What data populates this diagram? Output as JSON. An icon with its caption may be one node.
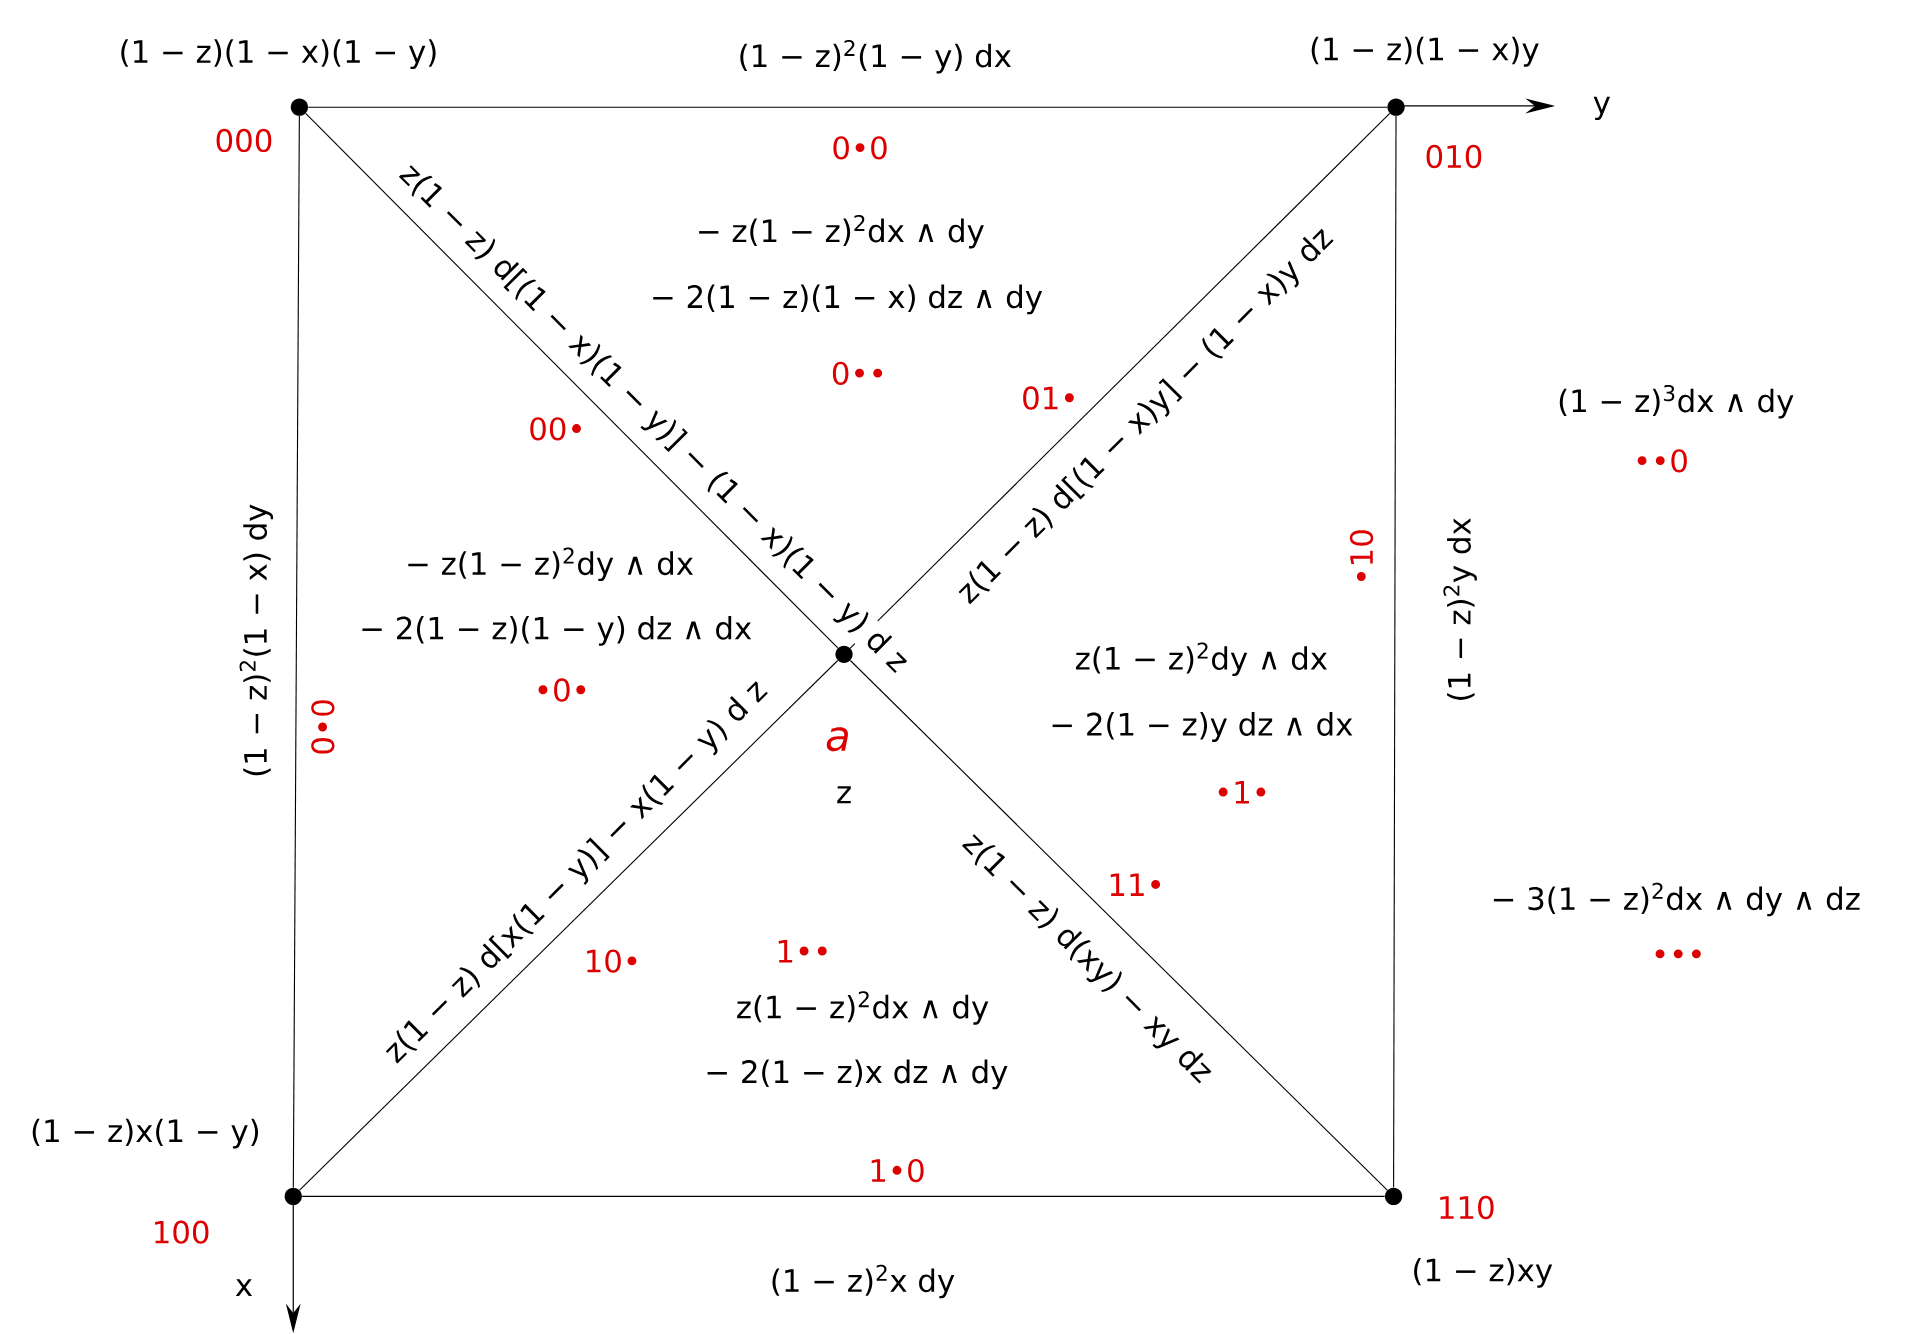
{
  "diagram": {
    "nodes": [
      {
        "text": [],
        "shape": "circle",
        "beside": [
          "(1 − z)(1 − x)(1 − y)",
          "000"
        ]
      },
      {
        "text": [],
        "shape": "circle",
        "beside": [
          "(1 − z)(1 − x)y",
          "010"
        ]
      },
      {
        "text": [],
        "shape": "circle",
        "beside": [
          "a",
          "z"
        ]
      },
      {
        "text": [],
        "shape": "circle",
        "beside": [
          "(1 − z)x(1 − y)",
          "100"
        ]
      },
      {
        "text": [],
        "shape": "circle",
        "beside": [
          "110",
          "(1 − z)xy"
        ]
      }
    ],
    "edges": [
      {
        "from": 0,
        "to": 1,
        "arrow": "none",
        "label": "(1 − z)$^{2}$(1 − y)  dx"
      },
      {
        "from": 0,
        "to": 3,
        "arrow": "none",
        "label": "(1 − z)$^{2}$(1 − x)  dy"
      },
      {
        "from": 1,
        "to": 4,
        "arrow": "none",
        "label": "(1 − z)$^{2}$y dx"
      },
      {
        "from": 3,
        "to": 4,
        "arrow": "none",
        "label": "(1 − z)$^{2}$x  dy"
      },
      {
        "from": 0,
        "to": 2,
        "arrow": "none",
        "label": "z(1 − z) d[(1 − x)(1 − y)] − (1 − x)(1 − y) d z"
      },
      {
        "from": 1,
        "to": 2,
        "arrow": "none",
        "label": "z(1 − z) d[(1 − x)y] − (1 − x)y dz"
      },
      {
        "from": 3,
        "to": 2,
        "arrow": "none",
        "label": "z(1 − z) d[x(1 − y)] − x(1 − y) d z"
      },
      {
        "from": 2,
        "to": 4,
        "arrow": "none",
        "label": "z(1 − z) d(xy) − xy dz"
      }
    ],
    "labels": [
      "y",
      "0•0",
      "− z(1 − z)$^{2}$dx ∧ dy",
      "− 2(1 − z)(1 − x) dz ∧ dy",
      "0••",
      "01•",
      "(1 − z)$^{3}$dx ∧ dy",
      "00•",
      "••0",
      "•10",
      "− z(1 − z)$^{2}$dy ∧ dx",
      "− 2(1 − z)(1 − y)  dz ∧ dx",
      "z(1 − z)$^{2}$dy ∧ dx",
      "•0•",
      "0•0",
      "− 2(1 − z)y dz ∧ dx",
      "•1•",
      "11•",
      "− 3(1 − z)$^{2}$dx ∧ dy ∧ dz",
      "10•",
      "1••",
      "•••",
      "z(1 − z)$^{2}$dx ∧ dy",
      "− 2(1 − z)x dz ∧ dy",
      "1•0",
      "x"
    ]
  }
}
